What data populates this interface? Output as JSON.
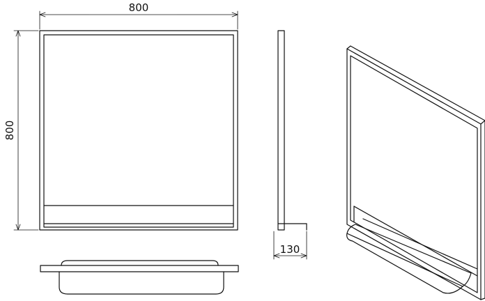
{
  "dimensions": {
    "width_label": "800",
    "height_label": "800",
    "depth_label": "130"
  },
  "colors": {
    "line": "#111111",
    "background": "#ffffff"
  }
}
